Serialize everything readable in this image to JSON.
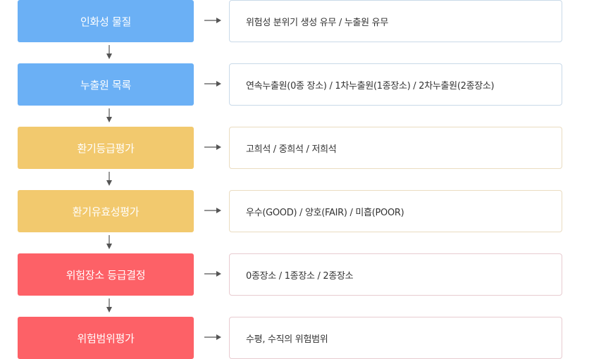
{
  "colors": {
    "blue": "#6bb0f5",
    "yellow": "#f2c96e",
    "red": "#fd6167",
    "arrow": "#555555"
  },
  "steps": [
    {
      "label": "인화성 물질",
      "description": "위험성 분위기 생성 유무 / 누출원 유무",
      "color": "blue"
    },
    {
      "label": "누출원 목록",
      "description": "연속누출원(0종 장소) / 1차누출원(1종장소) / 2차누출원(2종장소)",
      "color": "blue"
    },
    {
      "label": "환기등급평가",
      "description": "고희석 / 중희석 / 저희석",
      "color": "yellow"
    },
    {
      "label": "환기유효성평가",
      "description": "우수(GOOD) / 양호(FAIR) / 미흡(POOR)",
      "color": "yellow"
    },
    {
      "label": "위험장소 등급결정",
      "description": "0종장소 / 1종장소 / 2종장소",
      "color": "red"
    },
    {
      "label": "위험범위평가",
      "description": "수평, 수직의 위험범위",
      "color": "red"
    }
  ]
}
